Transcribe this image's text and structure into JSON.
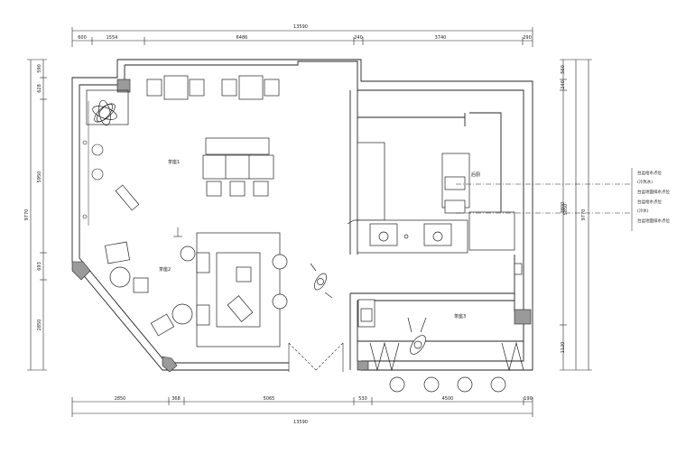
{
  "dimensions": {
    "top_total": "13590",
    "bottom_total": "13590",
    "top_segments": [
      "600",
      "1554",
      "6486",
      "240",
      "3740",
      "290"
    ],
    "bottom_segments": [
      "2850",
      "368",
      "5065",
      "530",
      "4500",
      "190"
    ],
    "left_segments": [
      "590",
      "628",
      "5950",
      "693",
      "2850"
    ],
    "left_total": "9770",
    "right_segments": [
      "560",
      "240",
      "3800",
      "1120"
    ],
    "right_total_a": "5850",
    "right_total_b": "9770"
  },
  "rooms": {
    "tea_area_1": "茶座1",
    "tea_area_2": "茶座2",
    "tea_area_3": "茶座3",
    "kitchen": "后厨"
  },
  "legend": {
    "line1": "台盆给水点位",
    "line2": "(冷热水)",
    "line3": "台盆地面排水点位",
    "line4": "台盆给水点位",
    "line5": "(冷水)",
    "line6": "台盆地面排水点位"
  },
  "colors": {
    "line": "#222222",
    "column_fill": "#9a9a9a",
    "background": "#ffffff"
  }
}
